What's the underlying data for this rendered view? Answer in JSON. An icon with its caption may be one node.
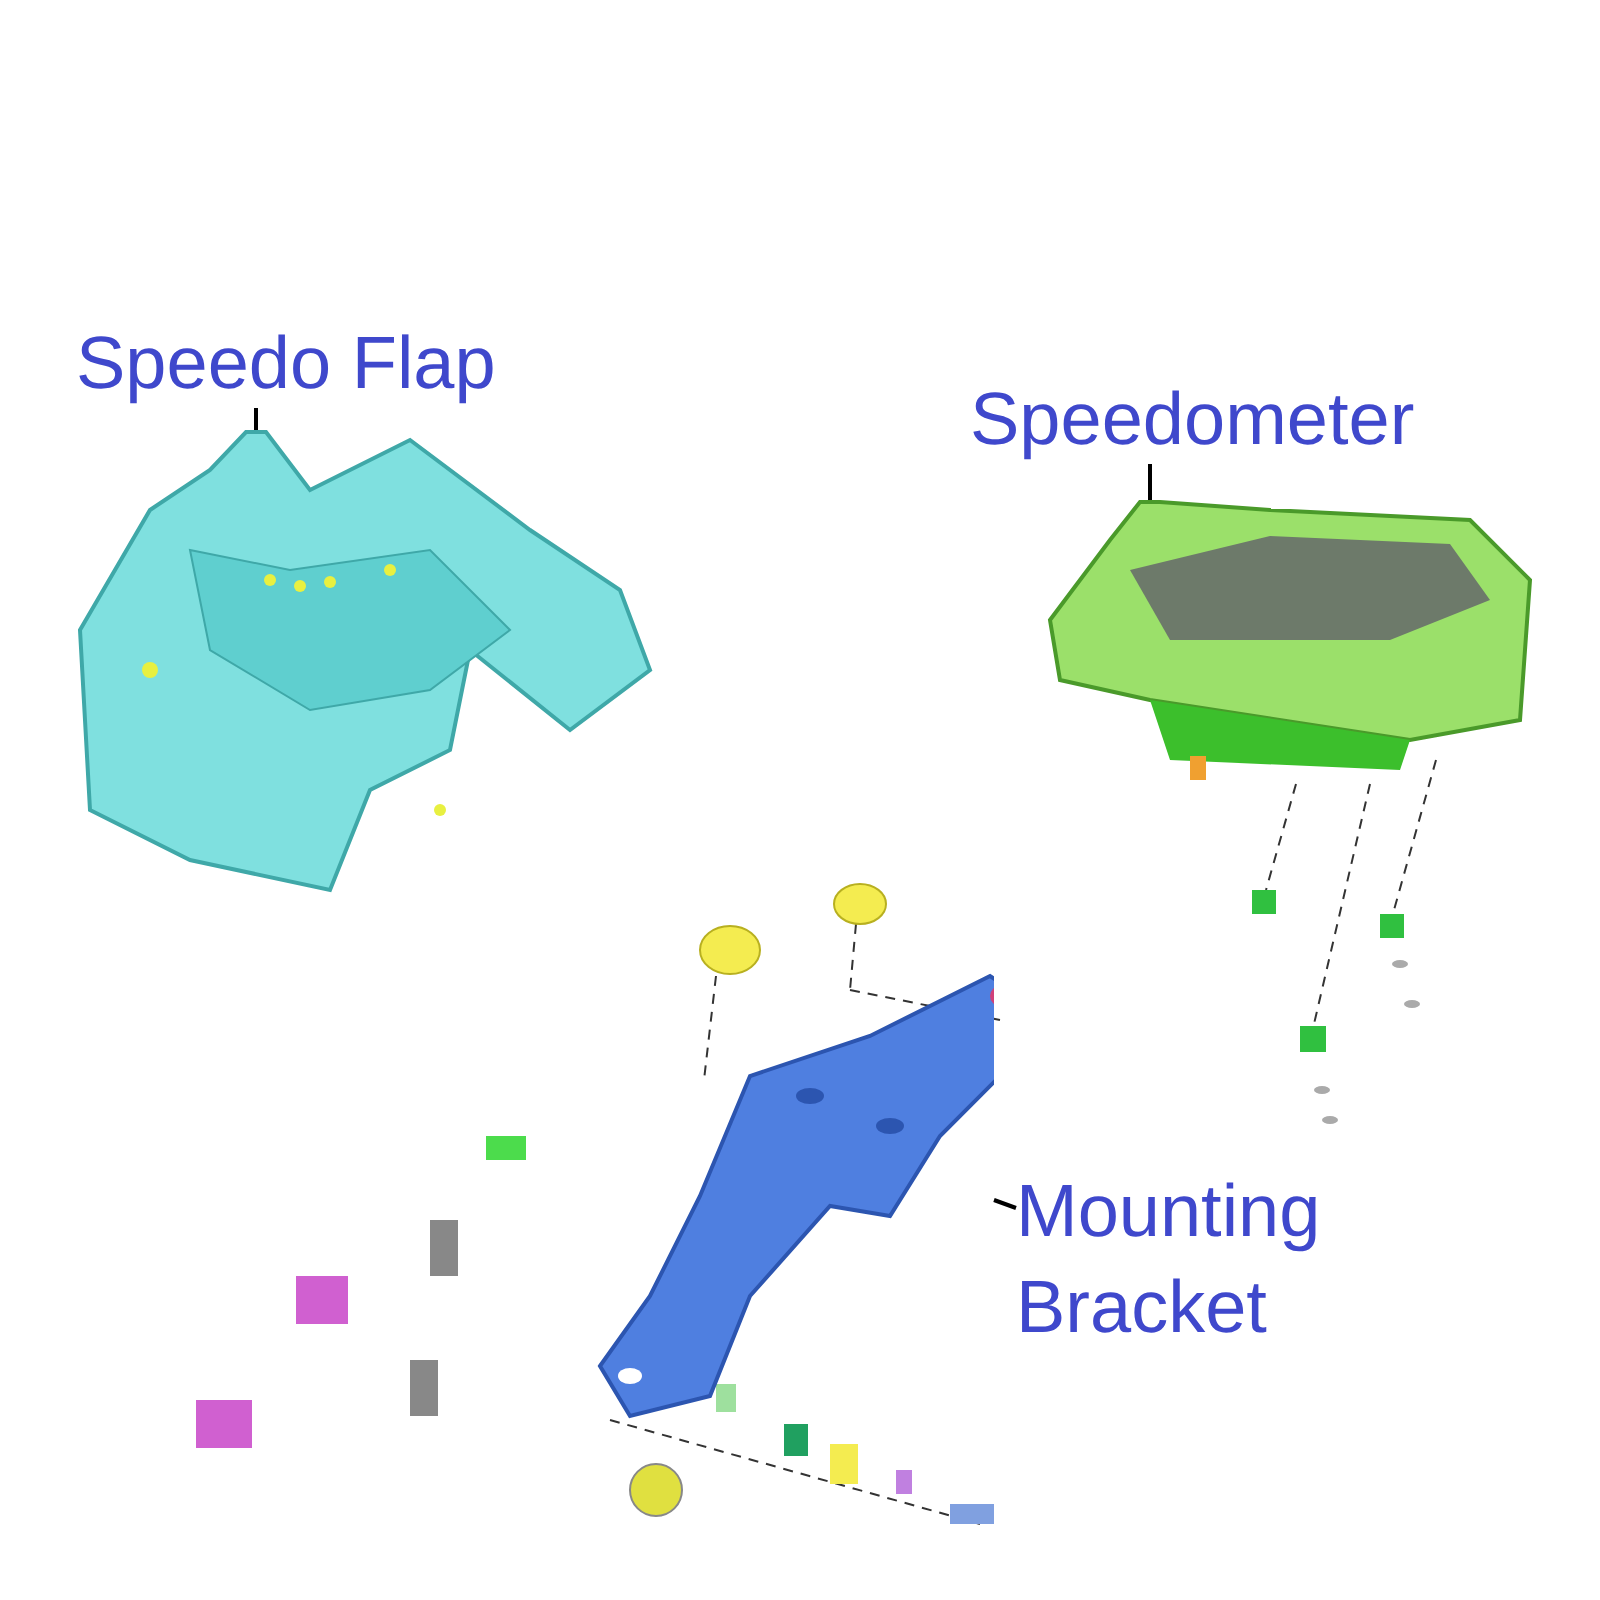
{
  "diagram": {
    "nodes": [
      {
        "text": [
          "Speedo Flap"
        ]
      },
      {
        "text": [],
        "shape": "picture"
      },
      {
        "text": [
          "Speedometer"
        ]
      },
      {
        "text": [],
        "shape": "picture"
      },
      {
        "text": [
          "Mounting Bracket"
        ]
      },
      {
        "text": [],
        "shape": "picture"
      }
    ],
    "edges": [
      {
        "from": 0,
        "to": 1,
        "arrow": "none"
      },
      {
        "from": 2,
        "to": 3,
        "arrow": "none"
      },
      {
        "from": 4,
        "to": 5,
        "arrow": "none"
      }
    ]
  }
}
